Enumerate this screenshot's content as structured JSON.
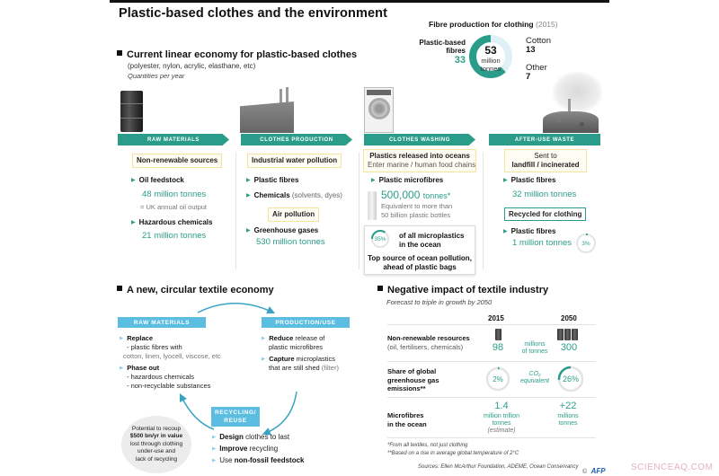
{
  "title": "Plastic-based clothes and the environment",
  "fibre_chart": {
    "title": "Fibre production for clothing",
    "year": "(2015)",
    "total_value": "53",
    "total_unit_line1": "million",
    "total_unit_line2": "tonnes",
    "plastic_label_line1": "Plastic-based",
    "plastic_label_line2": "fibres",
    "plastic_value": "33",
    "cotton_label": "Cotton",
    "cotton_value": "13",
    "other_label": "Other",
    "other_value": "7",
    "colors": {
      "plastic": "#2a9d8a",
      "cotton": "#dff0f6",
      "other": "#d6d6d6"
    }
  },
  "chart_data": {
    "type": "pie",
    "title": "Fibre production for clothing (2015)",
    "categories": [
      "Plastic-based fibres",
      "Cotton",
      "Other"
    ],
    "values": [
      33,
      13,
      7
    ],
    "total": 53,
    "unit": "million tonnes"
  },
  "linear": {
    "heading": "Current linear economy for plastic-based clothes",
    "subheading": "(polyester, nylon, acrylic, elasthane, etc)",
    "note": "Quantities per year",
    "stages": [
      {
        "banner": "Raw materials"
      },
      {
        "banner": "Clothes production"
      },
      {
        "banner": "Clothes washing"
      },
      {
        "banner": "After-use waste"
      }
    ],
    "raw": {
      "box": "Non-renewable sources",
      "item1_label": "Oil feedstock",
      "item1_value": "48 million tonnes",
      "item1_note": "= UK annual oil output",
      "item2_label": "Hazardous chemicals",
      "item2_value": "21 million tonnes"
    },
    "production": {
      "box1": "Industrial water pollution",
      "item1_label": "Plastic fibres",
      "item2_label": "Chemicals",
      "item2_note": "(solvents, dyes)",
      "box2": "Air pollution",
      "item3_label": "Greenhouse gases",
      "item3_value": "530 million tonnes"
    },
    "washing": {
      "box_title": "Plastics released into oceans",
      "box_sub": "Enter marine / human food chains",
      "item1_label": "Plastic microfibres",
      "item1_value": "500,000",
      "item1_unit": "tonnes*",
      "item1_note1": "Equivalent to more than",
      "item1_note2": "50 billion plastic bottles",
      "card_pct": "35%",
      "card_text1": "of all microplastics",
      "card_text2": "in the ocean",
      "card_text3": "Top source of ocean pollution,",
      "card_text4": "ahead of plastic bags"
    },
    "waste": {
      "box_line1": "Sent to",
      "box_line2": "landfill / incinerated",
      "item1_label": "Plastic fibres",
      "item1_value": "32 million tonnes",
      "box2": "Recycled for clothing",
      "item2_label": "Plastic fibres",
      "item2_value": "1 million tonnes",
      "item2_pct": "3%"
    }
  },
  "circular": {
    "heading": "A new, circular textile economy",
    "raw_banner": "Raw materials",
    "raw_b1": "Replace",
    "raw_b1_l1": "- plastic fibres with",
    "raw_b1_l2": "cotton, linen, lyocell, viscose, etc",
    "raw_b2": "Phase out",
    "raw_b2_l1": "- hazardous chemicals",
    "raw_b2_l2": "- non-recyclable substances",
    "prod_banner": "Production/use",
    "prod_b1_bold": "Reduce",
    "prod_b1_rest": " release of",
    "prod_b1_l2": "plastic microfibres",
    "prod_b2_bold": "Capture",
    "prod_b2_rest": " microplastics",
    "prod_b2_l2": "that are still shed",
    "prod_b2_note": " (filter)",
    "rec_banner_l1": "Recycling/",
    "rec_banner_l2": "reuse",
    "rec_b1_bold": "Design",
    "rec_b1_rest": " clothes to last",
    "rec_b2_bold": "Improve",
    "rec_b2_rest": " recycling",
    "rec_b3_pre": "Use ",
    "rec_b3_bold": "non-fossil feedstock",
    "recoup_l1": "Potential to recoup",
    "recoup_l2": "$500 bn/yr in value",
    "recoup_l3": "lost through clothing",
    "recoup_l4": "under-use and",
    "recoup_l5": "lack of recycling"
  },
  "impact": {
    "heading": "Negative impact of textile industry",
    "subheading": "Forecast to triple in growth by 2050",
    "col_2015": "2015",
    "col_2050": "2050",
    "row1_label": "Non-renewable resources",
    "row1_sub": "(oil, fertilisers, chemicals)",
    "row1_2015": "98",
    "row1_unit_l1": "millions",
    "row1_unit_l2": "of tonnes",
    "row1_2050": "300",
    "row2_label_l1": "Share of global",
    "row2_label_l2": "greenhouse gas",
    "row2_label_l3": "emissions**",
    "row2_2015": "2%",
    "row2_unit_l1": "CO₂",
    "row2_unit_l2": "equivalent",
    "row2_2050": "26%",
    "row3_label_l1": "Microfibres",
    "row3_label_l2": "in the ocean",
    "row3_2015": "1.4",
    "row3_2015_u1": "million trillion",
    "row3_2015_u2": "tonnes",
    "row3_2015_u3": "(estimate)",
    "row3_2050": "+22",
    "row3_2050_u1": "millions",
    "row3_2050_u2": "tonnes",
    "foot1": "*From all textiles, not just clothing",
    "foot2": "**Based on a rise in average global temperature of 2°C",
    "sources": "Sources: Ellen McArthur Foundation, ADEME, Ocean Conservancy",
    "credit_symbol": "©",
    "credit": "AFP"
  },
  "watermark": "SCIENCEAQ.COM"
}
